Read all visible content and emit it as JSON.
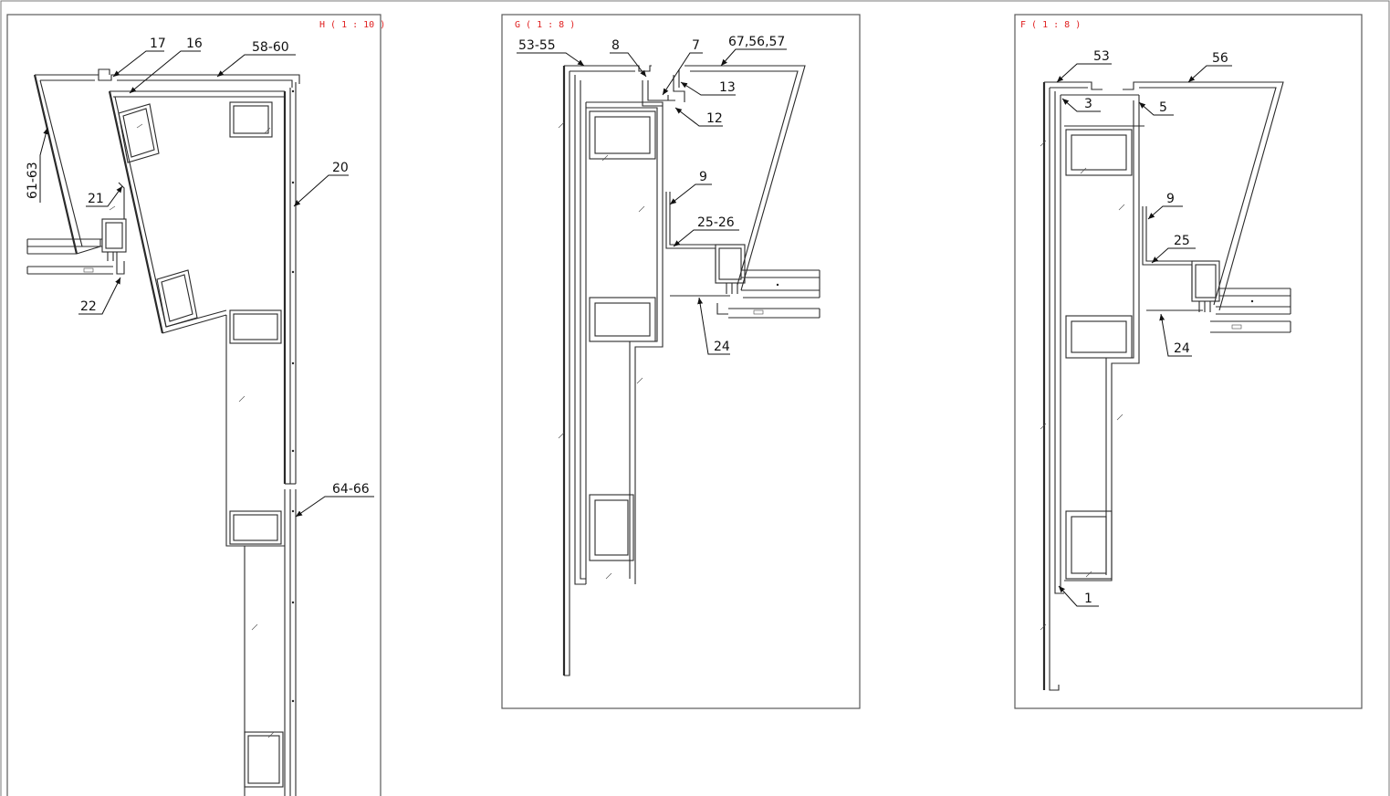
{
  "views": [
    {
      "title": "H ( 1 : 10 )",
      "labels": [
        "17",
        "16",
        "58-60",
        "20",
        "21",
        "22",
        "61-63",
        "64-66"
      ]
    },
    {
      "title": "G ( 1 : 8 )",
      "labels": [
        "53-55",
        "8",
        "7",
        "67,56,57",
        "13",
        "12",
        "9",
        "25-26",
        "24"
      ]
    },
    {
      "title": "F ( 1 : 8 )",
      "labels": [
        "53",
        "56",
        "3",
        "5",
        "9",
        "25",
        "24",
        "1"
      ]
    }
  ],
  "colors": {
    "title": "#e02020",
    "line": "#2a2a2a",
    "frame": "#5a5a5a"
  }
}
